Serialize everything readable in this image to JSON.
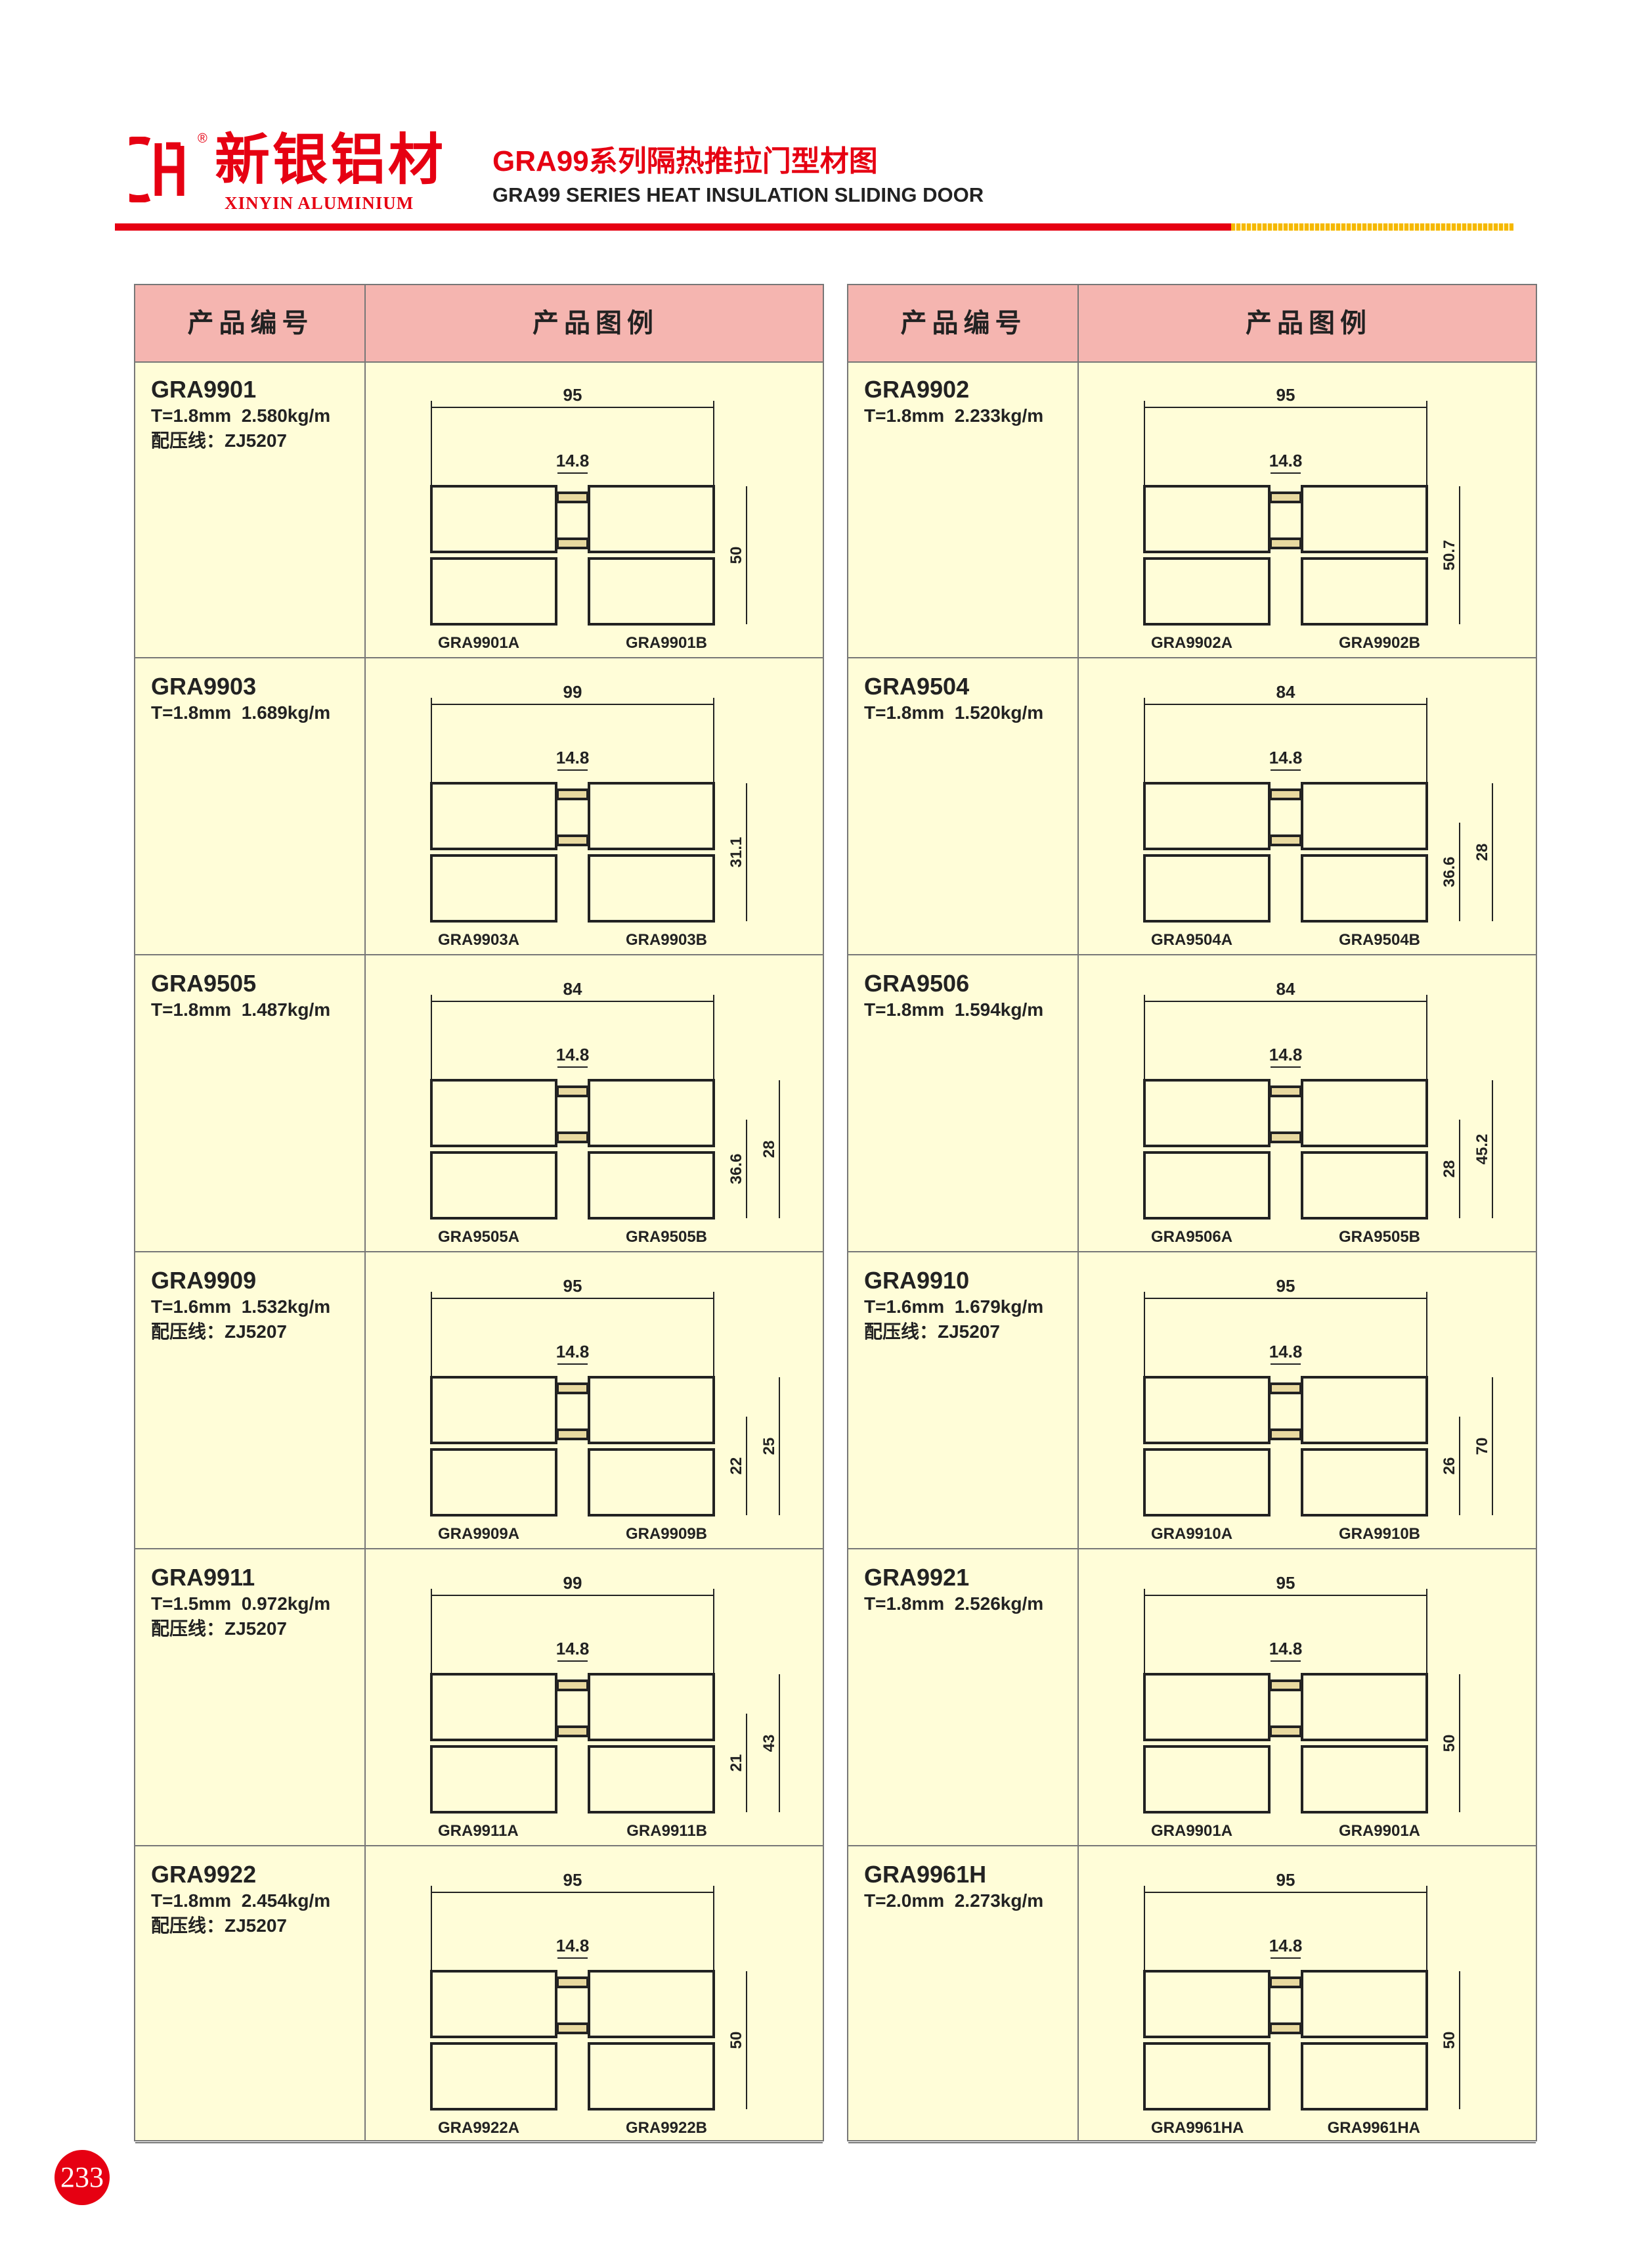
{
  "header": {
    "brand_cn": "新银铝材",
    "brand_en": "XINYIN ALUMINIUM",
    "registered_mark": "®",
    "title_cn": "GRA99系列隔热推拉门型材图",
    "title_en": "GRA99 SERIES HEAT INSULATION SLIDING DOOR",
    "colors": {
      "brand_red": "#e60012",
      "accent_yellow": "#f5b800",
      "table_header": "#f5b5b0",
      "table_bg": "#fffdd8"
    }
  },
  "table_headers": {
    "code": "产品编号",
    "diagram": "产品图例"
  },
  "products": [
    {
      "id": "GRA9901",
      "spec": "T=1.8mm  2.580kg/m",
      "press": "配压线：ZJ5207",
      "width": "95",
      "break": "14.8",
      "heights": [
        "50"
      ],
      "parts": [
        "GRA9901A",
        "GRA9901B"
      ]
    },
    {
      "id": "GRA9902",
      "spec": "T=1.8mm  2.233kg/m",
      "press": "",
      "width": "95",
      "break": "14.8",
      "heights": [
        "50.7"
      ],
      "parts": [
        "GRA9902A",
        "GRA9902B"
      ]
    },
    {
      "id": "GRA9903",
      "spec": "T=1.8mm  1.689kg/m",
      "press": "",
      "width": "99",
      "break": "14.8",
      "heights": [
        "31.1"
      ],
      "parts": [
        "GRA9903A",
        "GRA9903B"
      ]
    },
    {
      "id": "GRA9504",
      "spec": "T=1.8mm  1.520kg/m",
      "press": "",
      "width": "84",
      "break": "14.8",
      "heights": [
        "36.6",
        "28"
      ],
      "parts": [
        "GRA9504A",
        "GRA9504B"
      ]
    },
    {
      "id": "GRA9505",
      "spec": "T=1.8mm  1.487kg/m",
      "press": "",
      "width": "84",
      "break": "14.8",
      "heights": [
        "36.6",
        "28"
      ],
      "parts": [
        "GRA9505A",
        "GRA9505B"
      ]
    },
    {
      "id": "GRA9506",
      "spec": "T=1.8mm  1.594kg/m",
      "press": "",
      "width": "84",
      "break": "14.8",
      "heights": [
        "28",
        "45.2"
      ],
      "parts": [
        "GRA9506A",
        "GRA9505B"
      ]
    },
    {
      "id": "GRA9909",
      "spec": "T=1.6mm  1.532kg/m",
      "press": "配压线：ZJ5207",
      "width": "95",
      "break": "14.8",
      "heights": [
        "22",
        "25"
      ],
      "parts": [
        "GRA9909A",
        "GRA9909B"
      ]
    },
    {
      "id": "GRA9910",
      "spec": "T=1.6mm  1.679kg/m",
      "press": "配压线：ZJ5207",
      "width": "95",
      "break": "14.8",
      "heights": [
        "26",
        "70"
      ],
      "parts": [
        "GRA9910A",
        "GRA9910B"
      ]
    },
    {
      "id": "GRA9911",
      "spec": "T=1.5mm  0.972kg/m",
      "press": "配压线：ZJ5207",
      "width": "99",
      "break": "14.8",
      "heights": [
        "21",
        "43"
      ],
      "parts": [
        "GRA9911A",
        "GRA9911B"
      ]
    },
    {
      "id": "GRA9921",
      "spec": "T=1.8mm  2.526kg/m",
      "press": "",
      "width": "95",
      "break": "14.8",
      "heights": [
        "50"
      ],
      "parts": [
        "GRA9901A",
        "GRA9901A"
      ]
    },
    {
      "id": "GRA9922",
      "spec": "T=1.8mm  2.454kg/m",
      "press": "配压线：ZJ5207",
      "width": "95",
      "break": "14.8",
      "heights": [
        "50"
      ],
      "parts": [
        "GRA9922A",
        "GRA9922B"
      ]
    },
    {
      "id": "GRA9961H",
      "spec": "T=2.0mm  2.273kg/m",
      "press": "",
      "width": "95",
      "break": "14.8",
      "heights": [
        "50"
      ],
      "parts": [
        "GRA9961HA",
        "GRA9961HA"
      ]
    }
  ],
  "page_number": "233"
}
